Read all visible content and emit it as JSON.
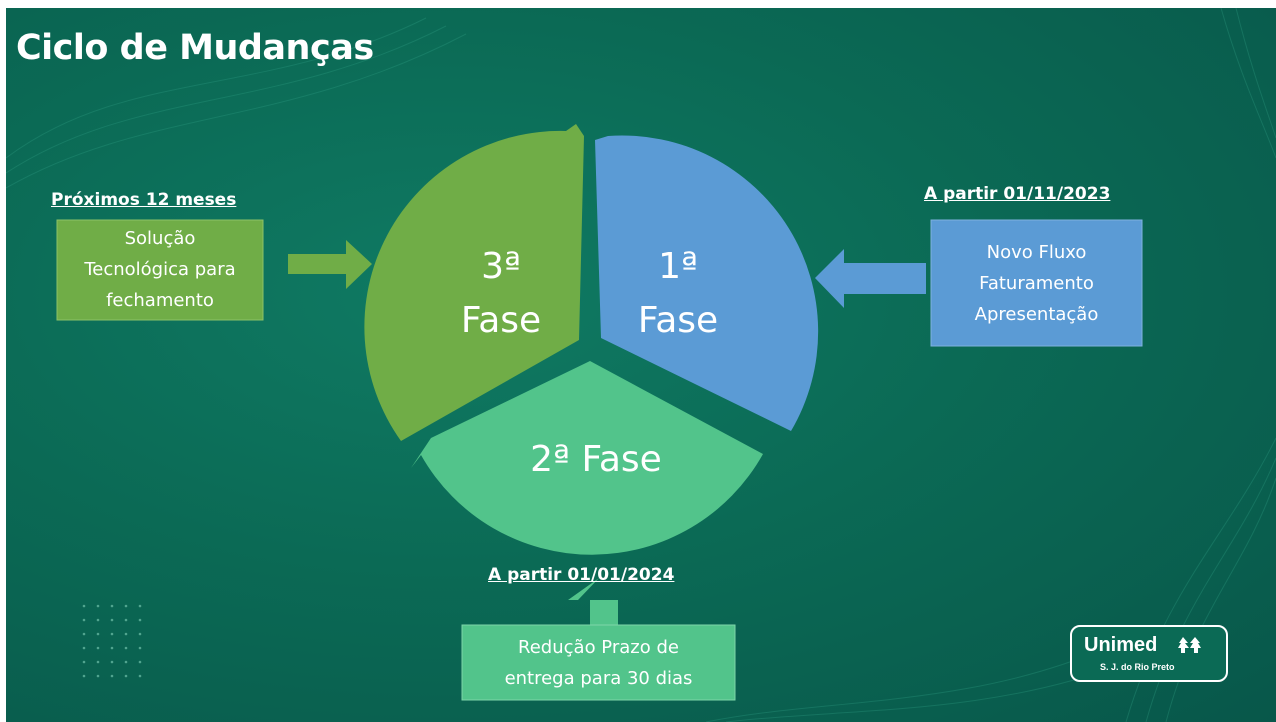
{
  "title": "Ciclo de Mudanças",
  "phases": {
    "first": [
      "1ª",
      "Fase"
    ],
    "second": "2ª Fase",
    "third": [
      "3ª",
      "Fase"
    ]
  },
  "callouts": {
    "right": {
      "label": "A partir 01/11/2023",
      "lines": [
        "Novo Fluxo",
        "Faturamento",
        "Apresentação"
      ]
    },
    "bottom": {
      "label": "A partir 01/01/2024",
      "lines": [
        "Redução Prazo de",
        "entrega para 30 dias"
      ]
    },
    "left": {
      "label": "Próximos 12 meses",
      "lines": [
        "Solução",
        "Tecnológica para",
        "fechamento"
      ]
    }
  },
  "logo": {
    "name": "Unimed",
    "subtitle": "S. J. do Rio Preto"
  },
  "colors": {
    "background": "#0b6a55",
    "phase1": "#5b9bd5",
    "phase2": "#52c48b",
    "phase3": "#70ad47"
  }
}
